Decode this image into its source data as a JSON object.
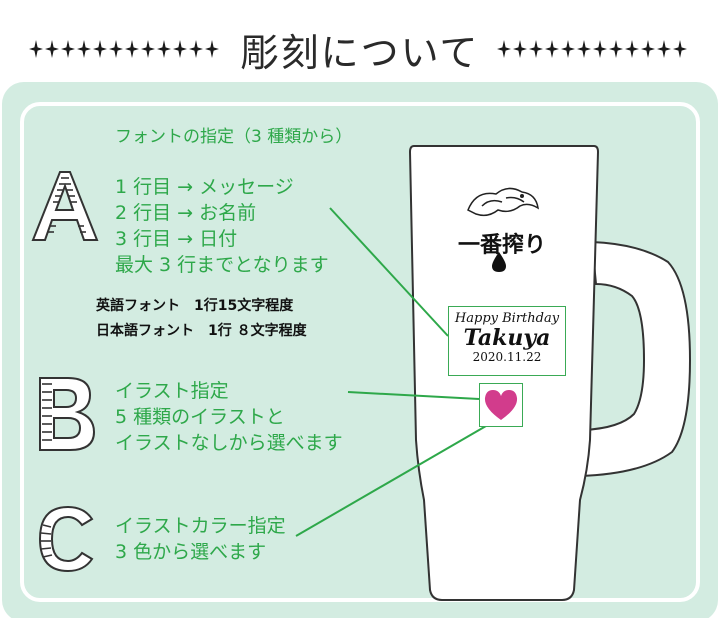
{
  "title": "彫刻について",
  "colors": {
    "panel": "#d3ece1",
    "accent_green": "#2ea84a",
    "heart": "#d23c8c"
  },
  "section_a": {
    "letter": "A",
    "heading": "フォントの指定（3 種類から）",
    "lines": [
      "1 行目 → メッセージ",
      "2 行目 → お名前",
      "3 行目 → 日付",
      "最大 3 行までとなります"
    ],
    "notes": [
      "英語フォント　1行15文字程度",
      "日本語フォント　1行 ８文字程度"
    ]
  },
  "section_b": {
    "letter": "B",
    "lines": [
      "イラスト指定",
      "5 種類のイラストと",
      "イラストなしから選べます"
    ]
  },
  "section_c": {
    "letter": "C",
    "lines": [
      "イラストカラー指定",
      "3 色から選べます"
    ]
  },
  "mug": {
    "logo_text": "一番搾り",
    "engraving": {
      "line1": "Happy Birthday",
      "line2": "Takuya",
      "line3": "2020.11.22"
    },
    "illustration_icon": "heart-icon"
  }
}
